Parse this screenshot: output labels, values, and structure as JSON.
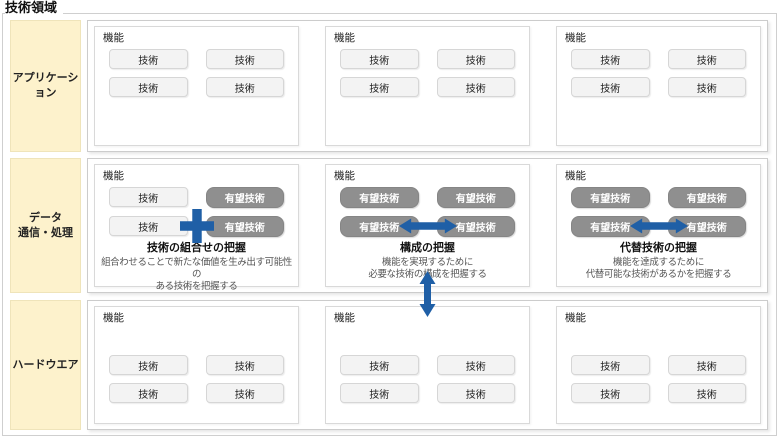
{
  "page_title": "技術領域",
  "row_labels": [
    {
      "label": "アプリケーション"
    },
    {
      "label": "データ\n通信・処理"
    },
    {
      "label": "ハードウエア"
    }
  ],
  "panel": {
    "function_label": "機能",
    "tech_label": "技術",
    "promising_label": "有望技術"
  },
  "captions": {
    "combine": {
      "title": "技術の組合せの把握",
      "desc": "組合わせることで新たな価値を生み出す可能性の\nある技術を把握する"
    },
    "composition": {
      "title": "構成の把握",
      "desc": "機能を実現するために\n必要な技術の構成を把握する"
    },
    "alternative": {
      "title": "代替技術の把握",
      "desc": "機能を達成するために\n代替可能な技術があるかを把握する"
    }
  },
  "icons": {
    "plus": "plus-connector",
    "horizontal_arrow": "double-arrow-horizontal",
    "vertical_arrow": "double-arrow-vertical"
  },
  "colors": {
    "accent_blue": "#1f5fa6",
    "row_label_bg": "#fdf2cc",
    "tech_button_bg": "#f3f3f3",
    "promising_button_bg": "#8f8f8f",
    "panel_border": "#d9d9d9",
    "figure_border": "#cfcfcf"
  }
}
